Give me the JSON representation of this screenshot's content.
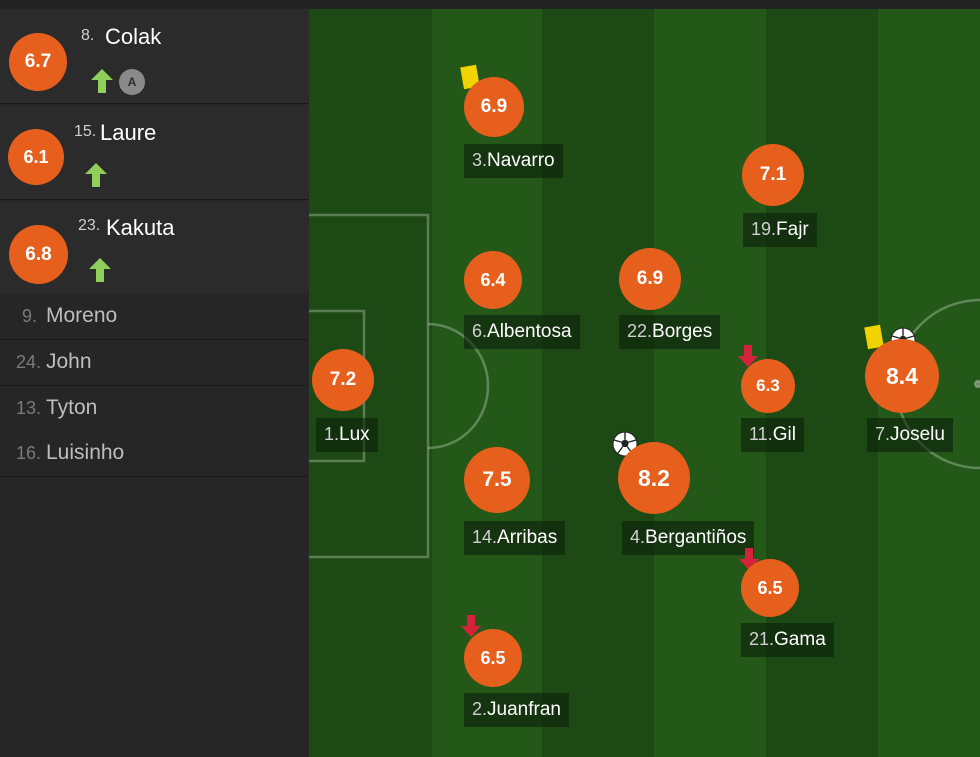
{
  "subs": [
    {
      "rating": "6.7",
      "number": "8.",
      "name": "Colak",
      "icons": [
        "sub-on-icon",
        "captain-icon"
      ],
      "captain_label": "A"
    },
    {
      "rating": "6.1",
      "number": "15.",
      "name": "Laure",
      "icons": [
        "sub-on-icon"
      ]
    },
    {
      "rating": "6.8",
      "number": "23.",
      "name": "Kakuta",
      "icons": [
        "sub-on-icon"
      ]
    }
  ],
  "bench": [
    {
      "number": "9.",
      "name": "Moreno"
    },
    {
      "number": "24.",
      "name": "John"
    },
    {
      "number": "13.",
      "name": "Tyton"
    },
    {
      "number": "16.",
      "name": "Luisinho"
    }
  ],
  "players": [
    {
      "id": "navarro",
      "rating": "6.9",
      "number": "3.",
      "name": "Navarro",
      "events": [
        "yellow-card"
      ]
    },
    {
      "id": "fajr",
      "rating": "7.1",
      "number": "19.",
      "name": "Fajr",
      "events": []
    },
    {
      "id": "albentosa",
      "rating": "6.4",
      "number": "6.",
      "name": "Albentosa",
      "events": []
    },
    {
      "id": "borges",
      "rating": "6.9",
      "number": "22.",
      "name": "Borges",
      "events": []
    },
    {
      "id": "lux",
      "rating": "7.2",
      "number": "1.",
      "name": "Lux",
      "events": []
    },
    {
      "id": "gil",
      "rating": "6.3",
      "number": "11.",
      "name": "Gil",
      "events": [
        "sub-off"
      ]
    },
    {
      "id": "joselu",
      "rating": "8.4",
      "number": "7.",
      "name": "Joselu",
      "events": [
        "yellow-card",
        "goal"
      ]
    },
    {
      "id": "arribas",
      "rating": "7.5",
      "number": "14.",
      "name": "Arribas",
      "events": []
    },
    {
      "id": "berganti",
      "rating": "8.2",
      "number": "4.",
      "name": "Bergantiños",
      "events": [
        "goal"
      ]
    },
    {
      "id": "gama",
      "rating": "6.5",
      "number": "21.",
      "name": "Gama",
      "events": [
        "sub-off"
      ]
    },
    {
      "id": "juanfran",
      "rating": "6.5",
      "number": "2.",
      "name": "Juanfran",
      "events": [
        "sub-off"
      ]
    }
  ],
  "colors": {
    "rating_badge": "#e65f1d",
    "sub_on_arrow": "#8fcf5a",
    "sub_off_arrow": "#d6213a",
    "yellow_card": "#f1d300",
    "pitch_dark": "#1d4a14",
    "pitch_light": "#245819"
  }
}
